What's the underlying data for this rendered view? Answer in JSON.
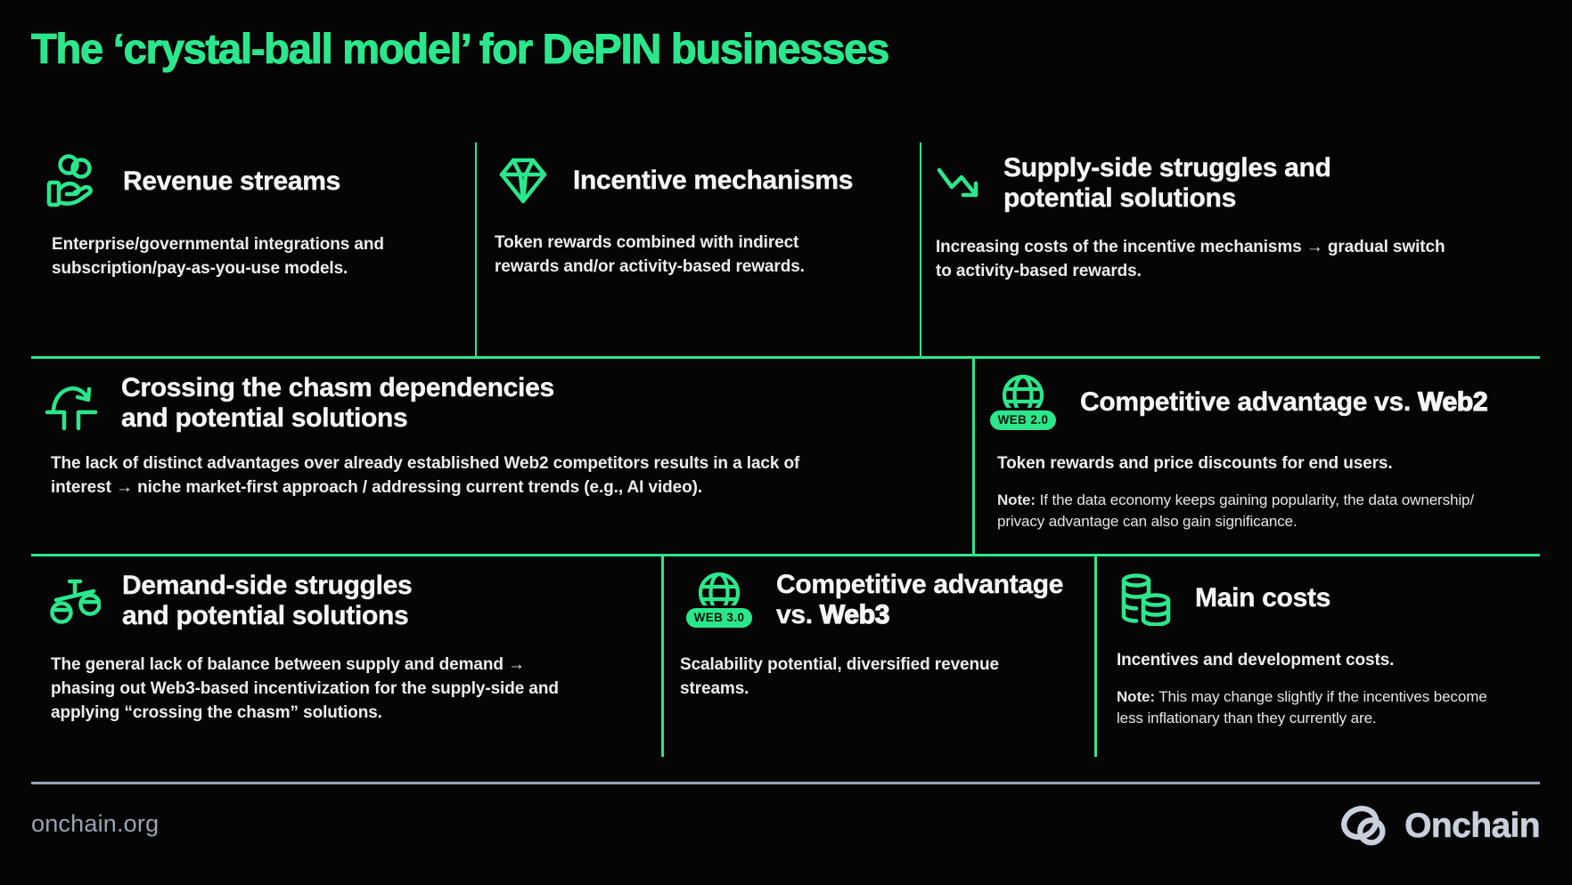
{
  "title": "The ‘crystal-ball model’ for DePIN businesses",
  "colors": {
    "accent": "#2BE78C",
    "background": "#050505",
    "muted_gray": "#99A2B4",
    "logo_gray": "#C9CFDB"
  },
  "panels": {
    "revenue": {
      "title": "Revenue streams",
      "body": [
        "Enterprise/governmental integrations and",
        "subscription/pay-as-you-use models."
      ]
    },
    "incentive": {
      "title": "Incentive mechanisms",
      "body": [
        "Token rewards combined with indirect",
        "rewards and/or activity-based rewards."
      ]
    },
    "supply": {
      "title": [
        "Supply-side struggles and",
        "potential solutions"
      ],
      "body": [
        "Increasing costs of the incentive mechanisms → gradual switch",
        "to activity-based rewards."
      ]
    },
    "chasm": {
      "title": [
        "Crossing the chasm dependencies",
        "and potential solutions"
      ],
      "body": [
        "The lack of distinct advantages over already established Web2 competitors results in a lack of",
        "interest → niche market-first approach / addressing current trends (e.g., AI video)."
      ]
    },
    "web2": {
      "badge": "WEB 2.0",
      "title_prefix": "Competitive advantage vs. ",
      "title_emphasis": "Web2",
      "body": "Token rewards and price discounts for end users.",
      "note_label": "Note:",
      "note": [
        " If the data economy keeps gaining popularity, the data ownership/",
        "privacy advantage can also gain significance."
      ]
    },
    "demand": {
      "title": [
        "Demand-side struggles",
        "and potential solutions"
      ],
      "body": [
        "The general lack of balance between supply and demand →",
        "phasing out Web3-based incentivization for the supply-side and",
        "applying “crossing the chasm” solutions."
      ]
    },
    "web3": {
      "badge": "WEB 3.0",
      "title_line1": "Competitive advantage",
      "title_line2_prefix": "vs. ",
      "title_emphasis": "Web3",
      "body": [
        "Scalability potential, diversified revenue",
        "streams."
      ]
    },
    "costs": {
      "title": "Main costs",
      "body": "Incentives and development costs.",
      "note_label": "Note:",
      "note": [
        " This may change slightly if the incentives become",
        "less inflationary than they currently are."
      ]
    }
  },
  "footer": {
    "url": "onchain.org",
    "brand": "Onchain"
  }
}
